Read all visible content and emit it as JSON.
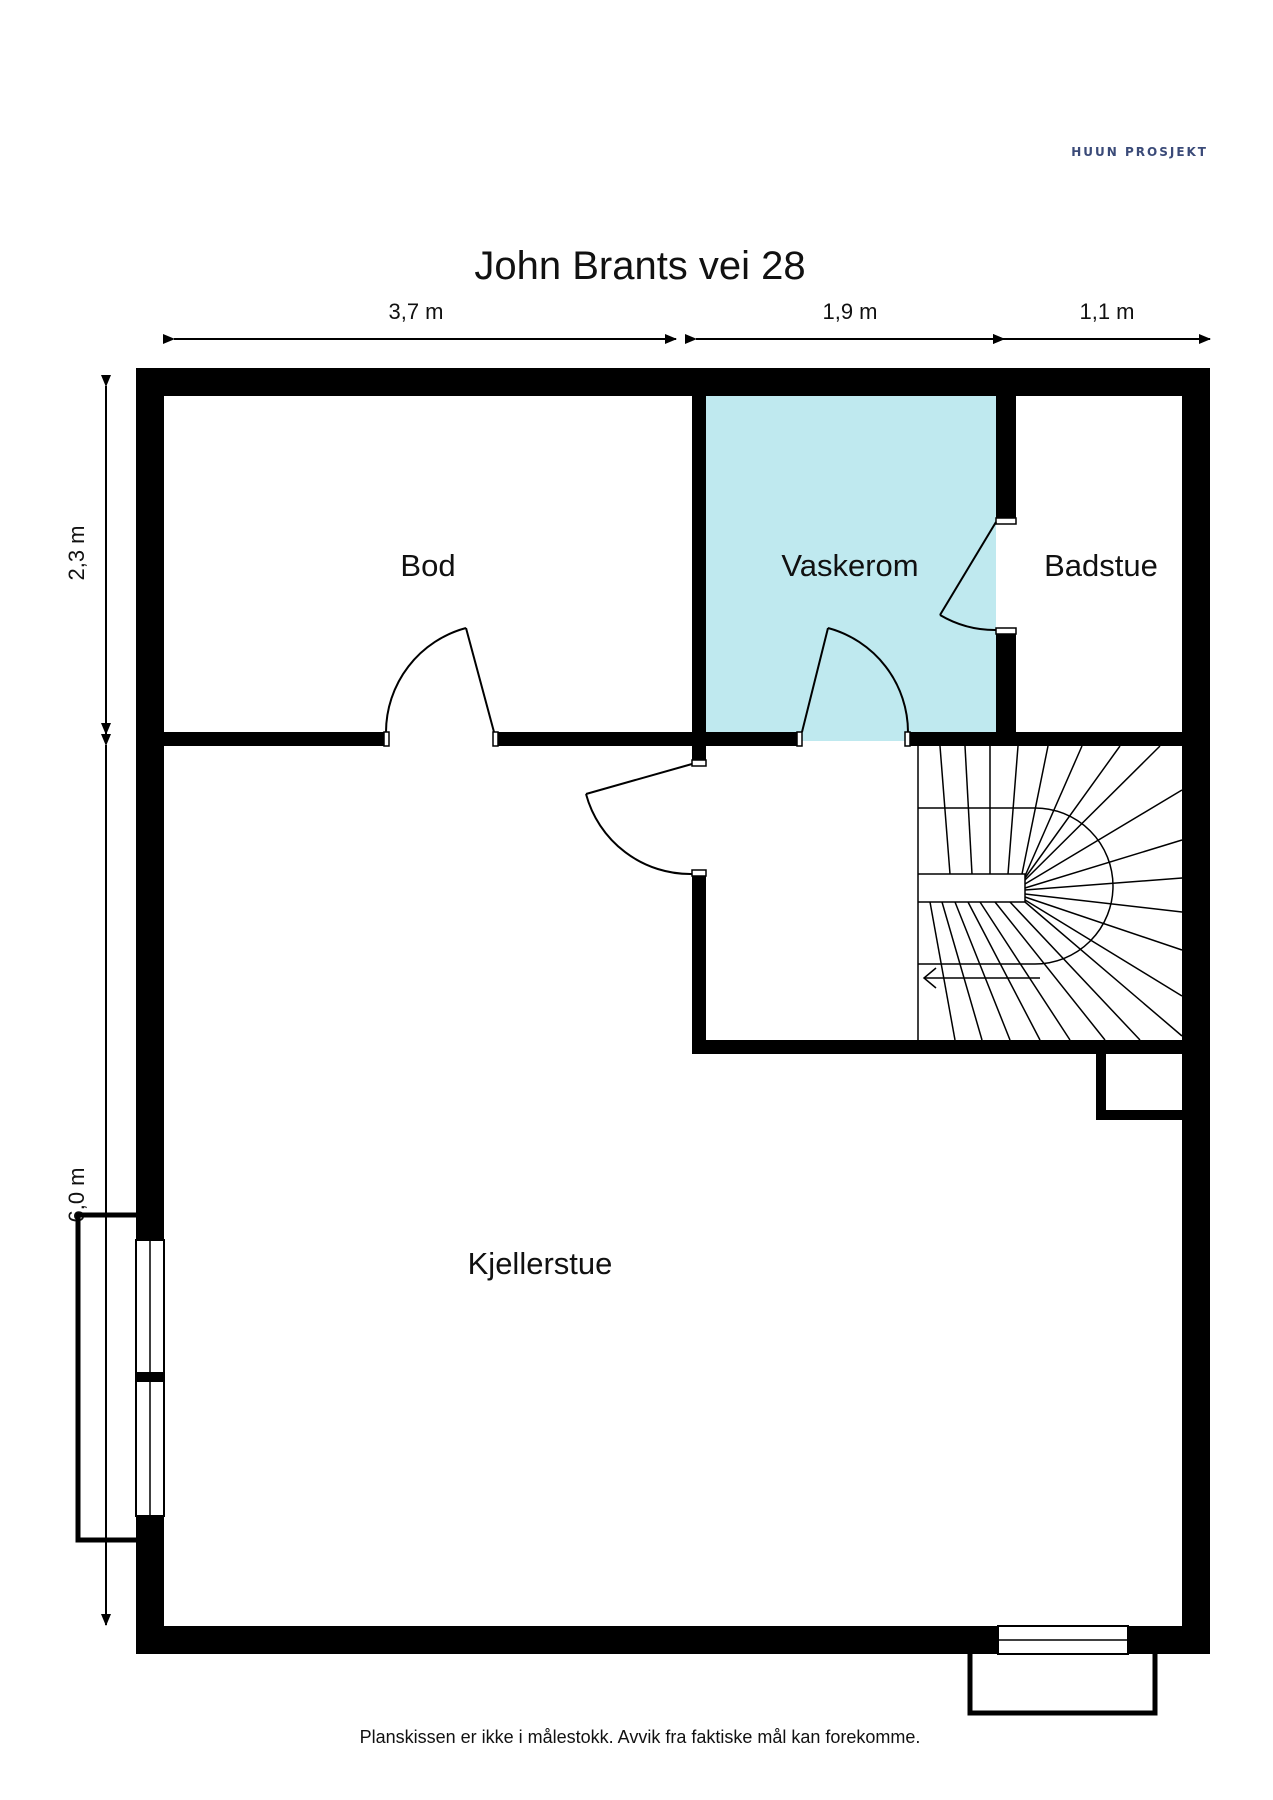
{
  "brand": {
    "logo_text": "HUUN PROSJEKT",
    "logo_color": "#3a4a78"
  },
  "plan": {
    "title": "John Brants vei 28",
    "dimensions": {
      "top_1": "3,7 m",
      "top_2": "1,9 m",
      "top_3": "1,1 m",
      "left_1": "2,3 m",
      "left_2": "6,0 m"
    },
    "rooms": {
      "bod": "Bod",
      "vaskerom": "Vaskerom",
      "badstue": "Badstue",
      "kjellerstue": "Kjellerstue"
    },
    "disclaimer": "Planskissen er ikke i målestokk. Avvik fra faktiske mål kan forekomme."
  },
  "colors": {
    "wall": "#000000",
    "highlight_room": "#bfe9ef"
  },
  "icons": [
    "arrow-icon",
    "door-swing-icon",
    "window-icon",
    "stairs-icon"
  ]
}
